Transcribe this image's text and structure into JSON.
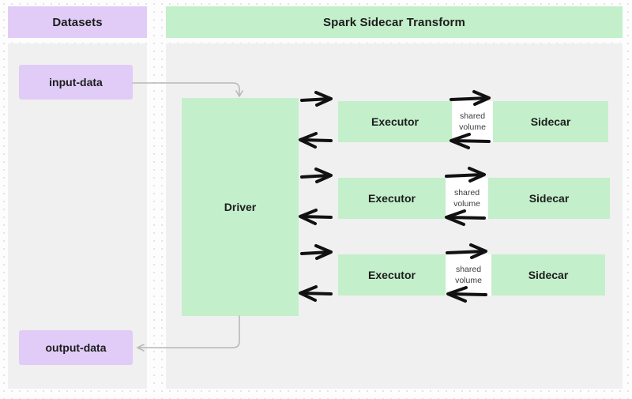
{
  "panels": {
    "datasets": {
      "title": "Datasets"
    },
    "spark": {
      "title": "Spark Sidecar Transform"
    }
  },
  "datasets": {
    "input": {
      "label": "input-data"
    },
    "output": {
      "label": "output-data"
    }
  },
  "spark": {
    "driver": {
      "label": "Driver"
    },
    "rows": [
      {
        "executor": "Executor",
        "sidecar": "Sidecar",
        "shared_volume_line1": "shared",
        "shared_volume_line2": "volume"
      },
      {
        "executor": "Executor",
        "sidecar": "Sidecar",
        "shared_volume_line1": "shared",
        "shared_volume_line2": "volume"
      },
      {
        "executor": "Executor",
        "sidecar": "Sidecar",
        "shared_volume_line1": "shared",
        "shared_volume_line2": "volume"
      }
    ]
  },
  "colors": {
    "purple": "#e0ccf7",
    "green": "#c3efcb",
    "panel": "#f0f0f0",
    "arrow_dark": "#111111",
    "connector_gray": "#b8b8b8",
    "background": "#fdfdfd"
  },
  "icons": {
    "arrow_right": "arrow-right-icon",
    "arrow_left": "arrow-left-icon",
    "connector_input": "connector-arrow-down-icon",
    "connector_output": "connector-arrow-left-icon"
  }
}
